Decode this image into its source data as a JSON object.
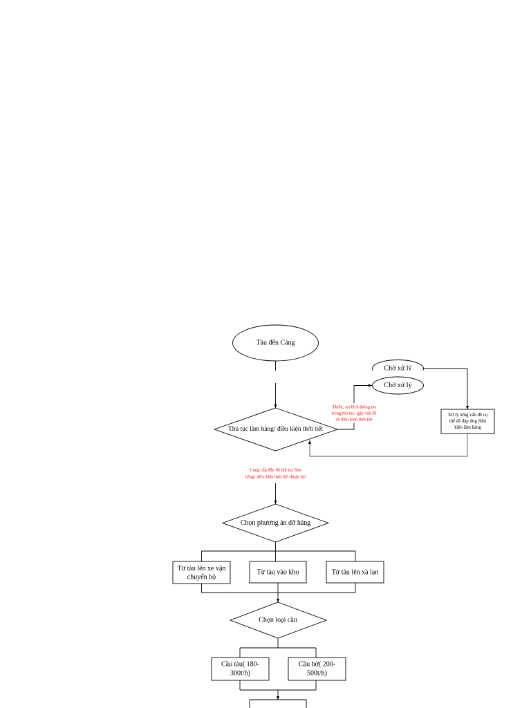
{
  "diagram": {
    "start": {
      "label": "Tàu đến Cảng"
    },
    "wait": {
      "label": "Chờ xử lý"
    },
    "resolve": {
      "lines": [
        "Xử lý từng vấn đề cụ",
        "thể để đáp ứng điều",
        "kiện làm hàng"
      ]
    },
    "check": {
      "label": "Thủ tục làm hàng/ điều kiện thời tiết"
    },
    "fail_note": {
      "lines": [
        "Thiếu, sai lệch thông tin",
        "trong thủ tục- gặp vấn đề",
        "về điều kiện thời tiết"
      ]
    },
    "pass_note": {
      "lines": [
        "Cung cấp đầy đủ thủ tục làm",
        "hàng- điều kiện thời tiết thuận lợi"
      ]
    },
    "unload_choice": {
      "label": "Chọn phương án dỡ hàng"
    },
    "options": [
      {
        "lines": [
          "Từ tàu lên xe vận",
          "chuyển bộ"
        ]
      },
      {
        "lines": [
          "Từ tàu vào kho"
        ]
      },
      {
        "lines": [
          "Từ tàu lên xà lan"
        ]
      }
    ],
    "berth_choice": {
      "label": "Chọn loại cầu"
    },
    "berths": [
      {
        "lines": [
          "Cầu tàu( 180-",
          "300t/h)"
        ]
      },
      {
        "lines": [
          "Cầu bờ( 200-",
          "500t/h)"
        ]
      }
    ]
  },
  "colors": {
    "background": "#ffffff",
    "line": "#000000",
    "note": "#ff0000"
  }
}
